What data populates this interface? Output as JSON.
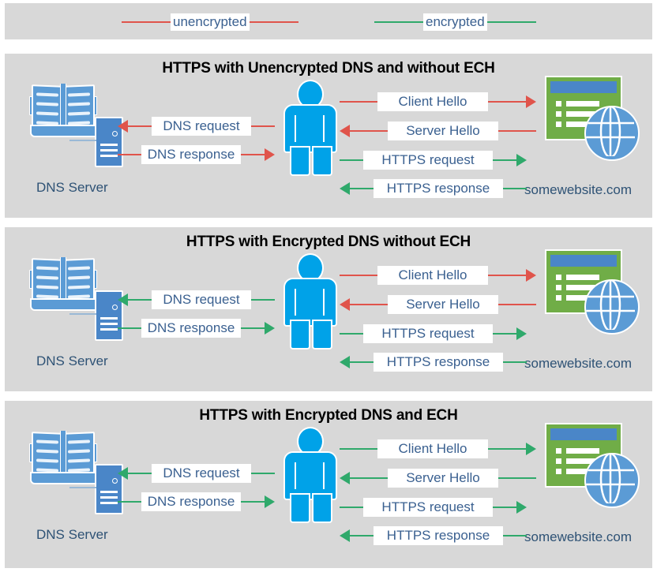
{
  "colors": {
    "unencrypted": "#e0544b",
    "encrypted": "#2fa96b",
    "panel_bg": "#d8d8d8",
    "page_bg": "#ffffff",
    "label_text": "#3a6090",
    "node_text": "#2e5275",
    "title_text": "#000000",
    "person": "#00a2e8",
    "book": "#5b9bd5",
    "browser": "#70ad47",
    "browser_bar": "#4a86c8"
  },
  "legend": {
    "items": [
      {
        "label": "unencrypted",
        "color_key": "unencrypted"
      },
      {
        "label": "encrypted",
        "color_key": "encrypted"
      }
    ]
  },
  "nodes": {
    "dns_label": "DNS Server",
    "site_label": "somewebsite.com",
    "dns_icon": "book-and-server-icon",
    "user_icon": "person-icon",
    "site_icon": "browser-globe-icon"
  },
  "panels": [
    {
      "title": "HTTPS with Unencrypted DNS and without ECH",
      "dns_messages": [
        {
          "label": "DNS request",
          "direction": "left",
          "color_key": "unencrypted"
        },
        {
          "label": "DNS response",
          "direction": "right",
          "color_key": "unencrypted"
        }
      ],
      "web_messages": [
        {
          "label": "Client Hello",
          "direction": "right",
          "color_key": "unencrypted"
        },
        {
          "label": "Server Hello",
          "direction": "left",
          "color_key": "unencrypted"
        },
        {
          "label": "HTTPS request",
          "direction": "right",
          "color_key": "encrypted"
        },
        {
          "label": "HTTPS response",
          "direction": "left",
          "color_key": "encrypted"
        }
      ]
    },
    {
      "title": "HTTPS with Encrypted DNS without ECH",
      "dns_messages": [
        {
          "label": "DNS request",
          "direction": "left",
          "color_key": "encrypted"
        },
        {
          "label": "DNS response",
          "direction": "right",
          "color_key": "encrypted"
        }
      ],
      "web_messages": [
        {
          "label": "Client Hello",
          "direction": "right",
          "color_key": "unencrypted"
        },
        {
          "label": "Server Hello",
          "direction": "left",
          "color_key": "unencrypted"
        },
        {
          "label": "HTTPS request",
          "direction": "right",
          "color_key": "encrypted"
        },
        {
          "label": "HTTPS response",
          "direction": "left",
          "color_key": "encrypted"
        }
      ]
    },
    {
      "title": "HTTPS with Encrypted DNS and ECH",
      "dns_messages": [
        {
          "label": "DNS request",
          "direction": "left",
          "color_key": "encrypted"
        },
        {
          "label": "DNS response",
          "direction": "right",
          "color_key": "encrypted"
        }
      ],
      "web_messages": [
        {
          "label": "Client Hello",
          "direction": "right",
          "color_key": "encrypted"
        },
        {
          "label": "Server Hello",
          "direction": "left",
          "color_key": "encrypted"
        },
        {
          "label": "HTTPS request",
          "direction": "right",
          "color_key": "encrypted"
        },
        {
          "label": "HTTPS response",
          "direction": "left",
          "color_key": "encrypted"
        }
      ]
    }
  ]
}
